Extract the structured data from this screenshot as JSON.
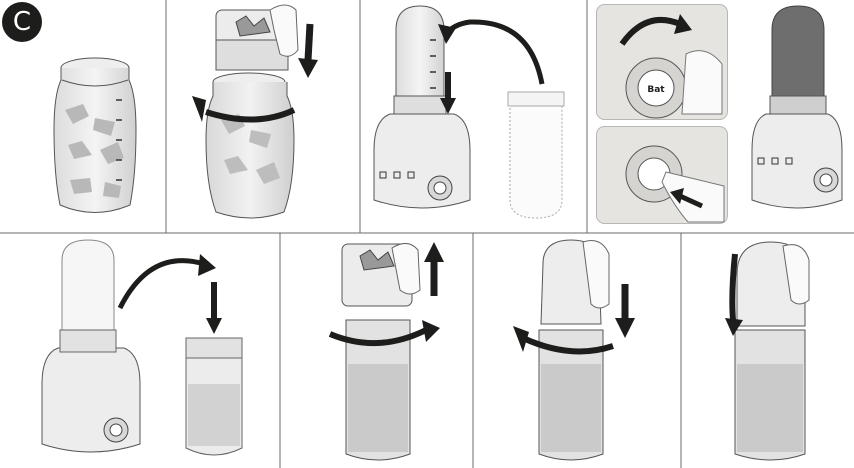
{
  "step_badge": {
    "letter": "C"
  },
  "panels": [
    {
      "id": "p1",
      "icon": "bottle-with-fruit-icon"
    },
    {
      "id": "p2",
      "icon": "attach-blade-unit-icon"
    },
    {
      "id": "p3",
      "icon": "insert-bottle-on-base-icon"
    },
    {
      "id": "p4a",
      "icon": "turn-speed-dial-icon"
    },
    {
      "id": "p4b",
      "icon": "press-pulse-button-icon"
    },
    {
      "id": "p5",
      "icon": "blending-in-progress-icon"
    },
    {
      "id": "p6",
      "icon": "remove-bottle-from-base-icon"
    },
    {
      "id": "p7",
      "icon": "detach-blade-unit-icon"
    },
    {
      "id": "p8",
      "icon": "screw-on-lid-icon"
    },
    {
      "id": "p9",
      "icon": "close-flip-cap-icon"
    }
  ],
  "dial_label": "Bat"
}
